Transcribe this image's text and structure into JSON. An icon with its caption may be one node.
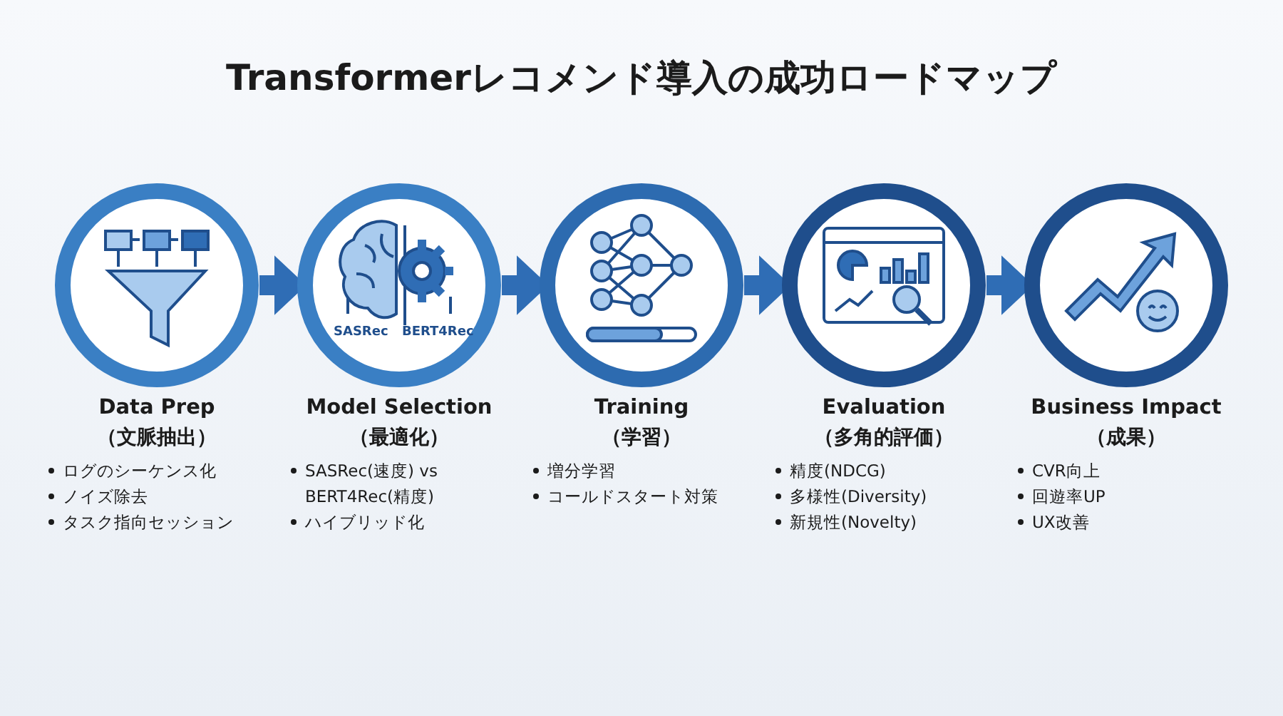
{
  "diagram": {
    "title": "Transformerレコメンド導入の成功ロードマップ",
    "nodes": [
      {
        "text": [
          "Data Prep",
          "（文脈抽出）",
          "ログのシーケンス化",
          "ノイズ除去",
          "タスク指向セッション"
        ]
      },
      {
        "text": [
          "Model Selection",
          "（最適化）",
          "SASRec(速度) vs BERT4Rec(精度)",
          "ハイブリッド化"
        ]
      },
      {
        "text": [
          "Training",
          "（学習）",
          "増分学習",
          "コールドスタート対策"
        ]
      },
      {
        "text": [
          "Evaluation",
          "（多角的評価）",
          "精度(NDCG)",
          "多様性(Diversity)",
          "新規性(Novelty)"
        ]
      },
      {
        "text": [
          "Business Impact",
          "（成果）",
          "CVR向上",
          "回遊率UP",
          "UX改善"
        ]
      }
    ],
    "edges": [
      {
        "from": 0,
        "to": 1,
        "arrow": "to"
      },
      {
        "from": 1,
        "to": 2,
        "arrow": "to"
      },
      {
        "from": 2,
        "to": 3,
        "arrow": "to"
      },
      {
        "from": 3,
        "to": 4,
        "arrow": "to"
      }
    ],
    "labels": [
      "SASRec",
      "BERT4Rec"
    ]
  }
}
